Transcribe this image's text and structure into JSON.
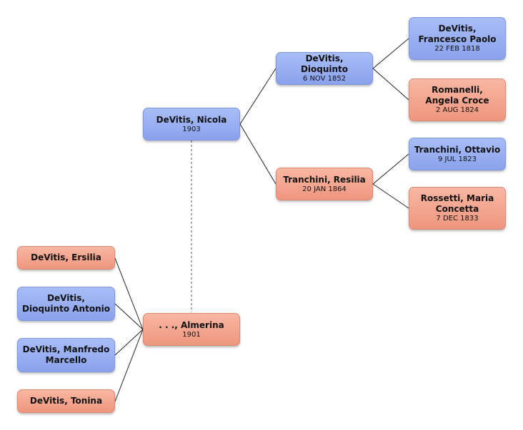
{
  "nodes": {
    "nicola": {
      "name": "DeVitis, Nicola",
      "date": "1903"
    },
    "dioquinto": {
      "name": "DeVitis, Dioquinto",
      "date": "6 NOV 1852"
    },
    "resilia": {
      "name": "Tranchini, Resilia",
      "date": "20 JAN 1864"
    },
    "francesco": {
      "name": "DeVitis, Francesco Paolo",
      "date": "22 FEB 1818"
    },
    "angela": {
      "name": "Romanelli, Angela Croce",
      "date": "2 AUG 1824"
    },
    "ottavio": {
      "name": "Tranchini, Ottavio",
      "date": "9 JUL 1823"
    },
    "maria": {
      "name": "Rossetti, Maria Concetta",
      "date": "7 DEC 1833"
    },
    "almerina": {
      "name": ". . ., Almerina",
      "date": "1901"
    },
    "ersilia": {
      "name": "DeVitis, Ersilia"
    },
    "dioquinto_antonio": {
      "name": "DeVitis, Dioquinto Antonio"
    },
    "manfredo": {
      "name": "DeVitis, Manfredo Marcello"
    },
    "tonina": {
      "name": "DeVitis, Tonina"
    }
  },
  "colors": {
    "male": "#8fa6ee",
    "female": "#f1a08a",
    "line": "#222222",
    "marriage_line": "#666666"
  }
}
